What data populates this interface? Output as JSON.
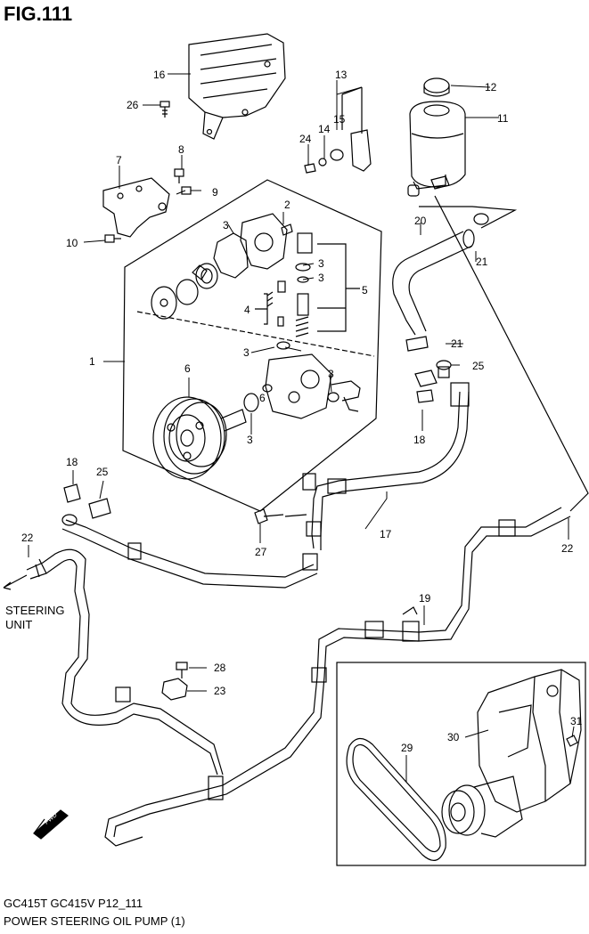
{
  "figure_title": "FIG.111",
  "footer": {
    "models": "GC415T GC415V P12_111",
    "caption": "POWER STEERING OIL PUMP (1)"
  },
  "steering_unit": {
    "line1": "STEERING",
    "line2": "UNIT"
  },
  "fwd_mark": "FWD",
  "callouts": [
    "1",
    "2",
    "3",
    "4",
    "5",
    "6",
    "7",
    "8",
    "9",
    "10",
    "11",
    "12",
    "13",
    "14",
    "15",
    "16",
    "17",
    "18",
    "19",
    "20",
    "21",
    "22",
    "23",
    "24",
    "25",
    "26",
    "27",
    "28",
    "29",
    "30",
    "31"
  ],
  "colors": {
    "line": "#000000",
    "background": "#ffffff"
  }
}
